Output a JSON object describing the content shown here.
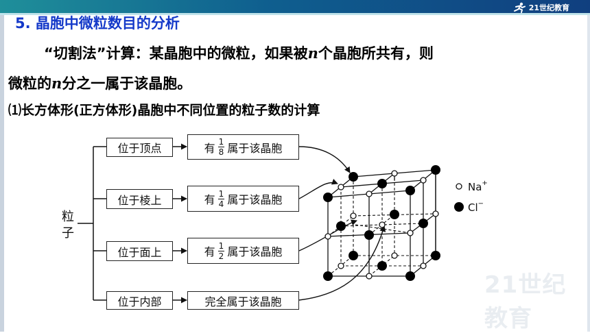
{
  "header": {
    "logo_text": "21世纪教育"
  },
  "heading": "5. 晶胞中微粒数目的分析",
  "paragraph": {
    "line1_pre": "“切割法”计算：某晶胞中的微粒，如果被",
    "n": "n",
    "line1_post": "个晶胞所共有，则",
    "line2_pre": "微粒的",
    "line2_post": "分之一属于该晶胞。"
  },
  "subheading": "⑴长方体形(正方体形)晶胞中不同位置的粒子数的计算",
  "diagram": {
    "root_label": [
      "粒",
      "子"
    ],
    "positions": [
      {
        "label": "位于顶点",
        "rule_pre": "有",
        "numerator": "1",
        "denominator": "8",
        "rule_post": "属于该晶胞"
      },
      {
        "label": "位于棱上",
        "rule_pre": "有",
        "numerator": "1",
        "denominator": "4",
        "rule_post": "属于该晶胞"
      },
      {
        "label": "位于面上",
        "rule_pre": "有",
        "numerator": "1",
        "denominator": "2",
        "rule_post": "属于该晶胞"
      },
      {
        "label": "位于内部",
        "rule_text": "完全属于该晶胞"
      }
    ],
    "legend": [
      {
        "symbol": "Na",
        "charge": "+",
        "marker": "open-circle"
      },
      {
        "symbol": "Cl",
        "charge": "−",
        "marker": "filled-circle"
      }
    ]
  },
  "watermark": "21世纪教育"
}
